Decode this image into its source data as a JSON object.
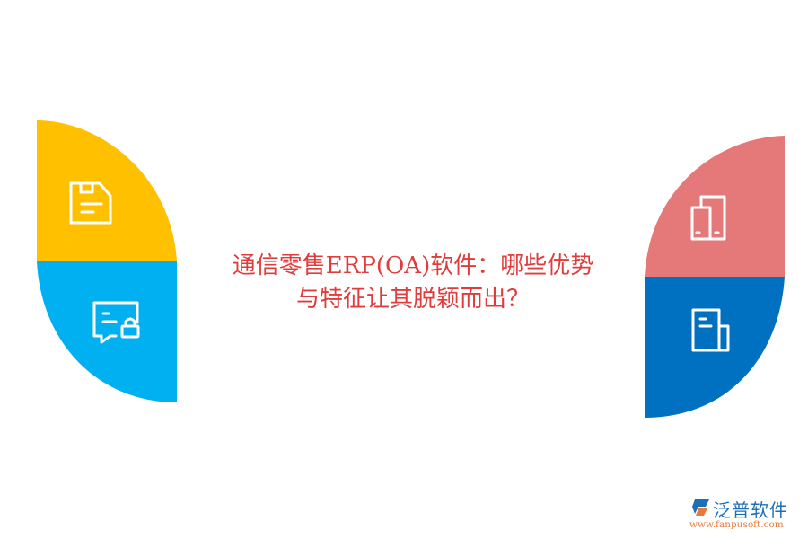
{
  "title": {
    "line1": "通信零售ERP(OA)软件：哪些优势",
    "line2": "与特征让其脱颖而出？",
    "color": "#e03c3c"
  },
  "left_shape": {
    "top_color": "#FFC000",
    "bottom_color": "#00B0F0",
    "top_icon": "floppy-document-icon",
    "bottom_icon": "chat-lock-icon"
  },
  "right_shape": {
    "top_color": "#E57878",
    "bottom_color": "#0070C0",
    "top_icon": "devices-icon",
    "bottom_icon": "newspaper-icon"
  },
  "logo": {
    "name": "泛普软件",
    "url": "www.fanpusoft.com"
  }
}
